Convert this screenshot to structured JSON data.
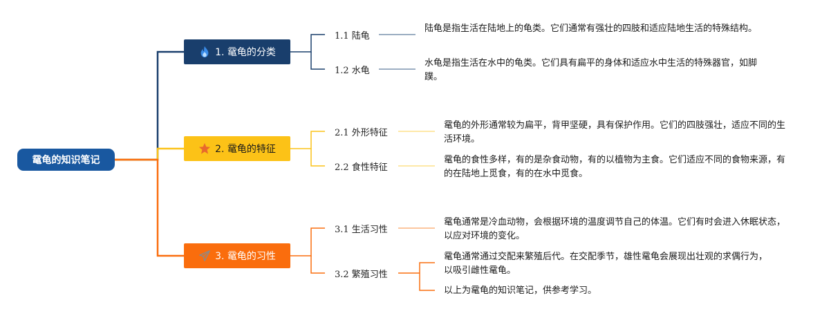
{
  "root": {
    "label": "鼋龟的知识笔记"
  },
  "colors": {
    "root": "#1958a0",
    "branch1": "#193e6c",
    "branch2": "#fcc217",
    "branch3": "#fa6d0d"
  },
  "branches": [
    {
      "label": "1. 鼋龟的分类",
      "icon": "fire-icon",
      "children": [
        {
          "label": "1.1 陆龟",
          "note": "陆龟是指生活在陆地上的龟类。它们通常有强壮的四肢和适应陆地生活的特殊结构。"
        },
        {
          "label": "1.2 水龟",
          "note": "水龟是指生活在水中的龟类。它们具有扁平的身体和适应水中生活的特殊器官，如脚蹼。"
        }
      ]
    },
    {
      "label": "2. 鼋龟的特征",
      "icon": "star-icon",
      "children": [
        {
          "label": "2.1 外形特征",
          "note": "鼋龟的外形通常较为扁平，背甲坚硬，具有保护作用。它们的四肢强壮，适应不同的生活环境。"
        },
        {
          "label": "2.2 食性特征",
          "note": "鼋龟的食性多样，有的是杂食动物，有的以植物为主食。它们适应不同的食物来源，有的在陆地上觅食，有的在水中觅食。"
        }
      ]
    },
    {
      "label": "3. 鼋龟的习性",
      "icon": "paper-plane-icon",
      "children": [
        {
          "label": "3.1 生活习性",
          "note": "鼋龟通常是冷血动物，会根据环境的温度调节自己的体温。它们有时会进入休眠状态，以应对环境的变化。"
        },
        {
          "label": "3.2 繁殖习性",
          "note": "鼋龟通常通过交配来繁殖后代。在交配季节，雄性鼋龟会展现出壮观的求偶行为，以吸引雌性鼋龟。",
          "note2": "以上为鼋龟的知识笔记，供参考学习。"
        }
      ]
    }
  ]
}
